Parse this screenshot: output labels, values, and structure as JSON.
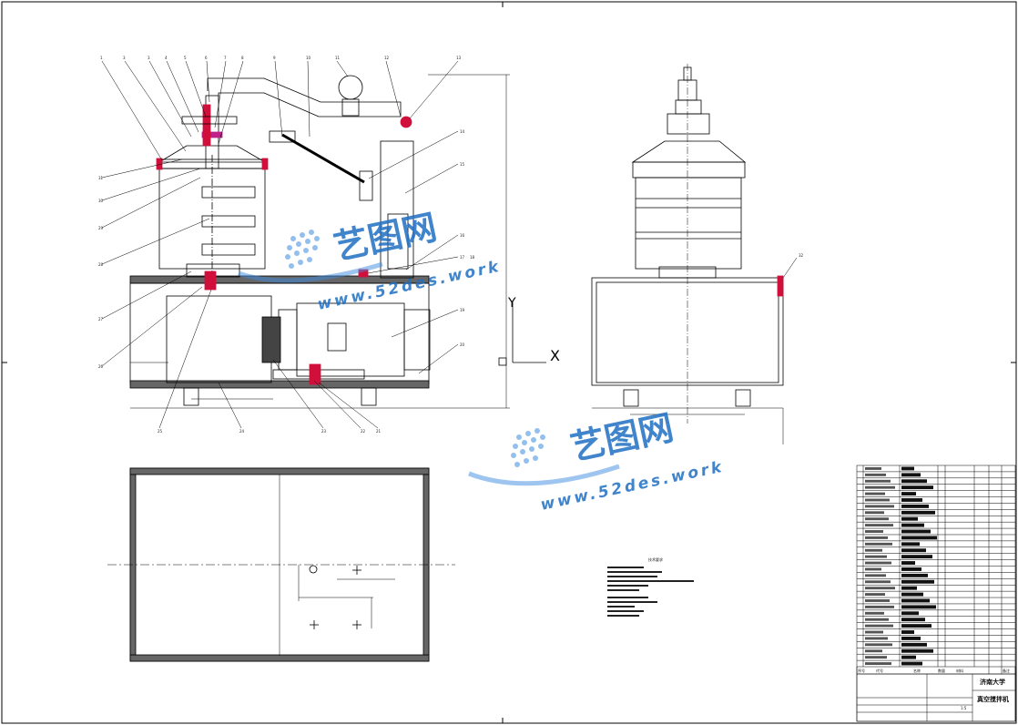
{
  "drawing": {
    "callouts_main": [
      "1",
      "3",
      "3",
      "4",
      "5",
      "6",
      "7",
      "8",
      "9",
      "10",
      "11",
      "12",
      "13",
      "14",
      "15",
      "16",
      "17",
      "18",
      "19",
      "20",
      "21",
      "22",
      "23",
      "24",
      "25",
      "26",
      "27",
      "28",
      "29",
      "30",
      "31"
    ],
    "axis_y": "Y",
    "axis_x": "X",
    "callout_side": "32",
    "notes_title": "技术要求"
  },
  "watermarks": [
    {
      "title": "艺图网",
      "url": "www.52des.work"
    },
    {
      "title": "艺图网",
      "url": "www.52des.work"
    }
  ],
  "title_block": {
    "bom_header": {
      "no": "序号",
      "code": "代号",
      "name": "名称",
      "qty": "数量",
      "material": "材料",
      "remark": "备注"
    },
    "school": "济南大学",
    "drawing_name": "真空搅拌机",
    "scale": "1:5"
  },
  "colors": {
    "line": "#000000",
    "wm_blue": "#1f6fc2",
    "accent_red": "#d0103a",
    "accent_magenta": "#c0208a"
  }
}
